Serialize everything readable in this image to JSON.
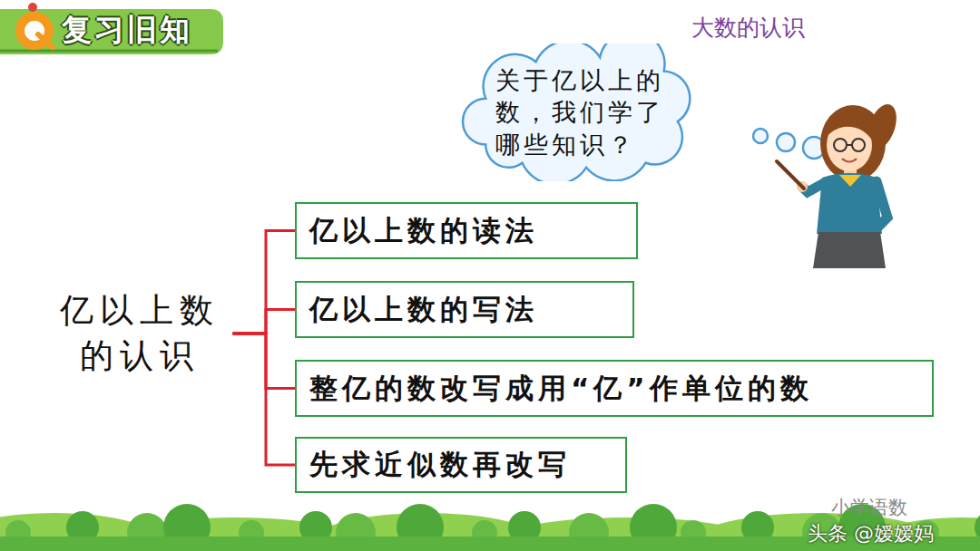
{
  "diagram": {
    "title": "复习旧知",
    "nodes": [
      {
        "text": [
          "关于亿以上的数，我们学了哪些知识？"
        ]
      },
      {
        "text": [
          "亿以上数的认识"
        ]
      },
      {
        "text": [
          "亿以上数的读法"
        ]
      },
      {
        "text": [
          "亿以上数的写法"
        ]
      },
      {
        "text": [
          "整亿的数改写成用“亿”作单位的数"
        ]
      },
      {
        "text": [
          "先求近似数再改写"
        ]
      }
    ],
    "edges": [
      {
        "from": 1,
        "to": 2,
        "arrow": "none"
      },
      {
        "from": 1,
        "to": 3,
        "arrow": "none"
      },
      {
        "from": 1,
        "to": 4,
        "arrow": "none"
      },
      {
        "from": 1,
        "to": 5,
        "arrow": "none"
      }
    ],
    "labels": [
      "大数的认识",
      "小学语数",
      "头条 @嫒嫒妈"
    ]
  }
}
